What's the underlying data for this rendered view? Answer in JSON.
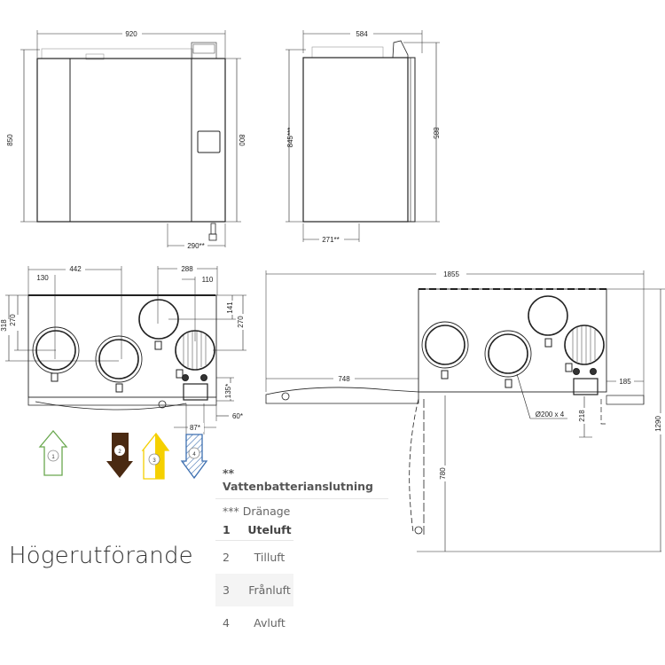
{
  "front_view": {
    "width_dim": "920",
    "height_dim": "850",
    "height_right_dim": "800",
    "connection_dim": "290**"
  },
  "side_view": {
    "width_dim": "584",
    "height_dim": "845***",
    "height_right_dim": "885",
    "connection_dim": "271**"
  },
  "top_view": {
    "dim_442": "442",
    "dim_130": "130",
    "dim_288": "288",
    "dim_110": "110",
    "dim_318": "318",
    "dim_270_left": "270",
    "dim_141": "141",
    "dim_270_right": "270",
    "dim_135": "135*",
    "dim_60": "60*",
    "dim_87": "87*"
  },
  "service_view": {
    "dim_1855": "1855",
    "dim_748": "748",
    "dim_185": "185",
    "dim_218": "218",
    "dim_780": "780",
    "dim_1290": "1290",
    "duct_label": "Ø200 x 4"
  },
  "arrows": [
    {
      "num": "1",
      "color": "#6aa84f",
      "direction": "up",
      "style": "outline"
    },
    {
      "num": "4",
      "color": "#4a2a12",
      "direction": "down",
      "style": "filled"
    },
    {
      "num": "3",
      "color": "#f5d000",
      "direction": "up",
      "style": "half"
    },
    {
      "num": "2",
      "color": "#3d6fb0",
      "direction": "down",
      "style": "hatched"
    }
  ],
  "notes": {
    "water_coil": "** Vattenbatterianslutning",
    "drainage": "*** Dränage"
  },
  "legend": {
    "rows": [
      {
        "num": "1",
        "label": "Uteluft"
      },
      {
        "num": "2",
        "label": "Tilluft"
      },
      {
        "num": "3",
        "label": "Frånluft"
      },
      {
        "num": "4",
        "label": "Avluft"
      }
    ]
  },
  "title": "Högerutförande"
}
